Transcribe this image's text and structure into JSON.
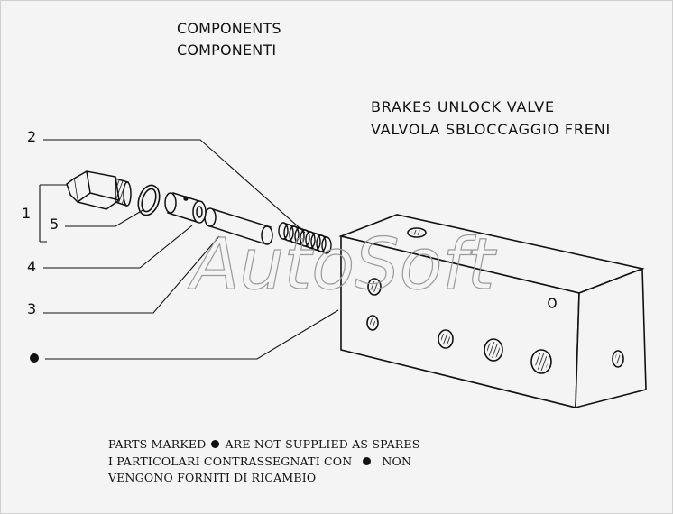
{
  "header": {
    "line1": "COMPONENTS",
    "line2": "COMPONENTI"
  },
  "assembly": {
    "title_en": "BRAKES UNLOCK VALVE",
    "title_it": "VALVOLA SBLOCCAGGIO FRENI"
  },
  "callouts": {
    "c2": "2",
    "c1": "1",
    "c5": "5",
    "c4": "4",
    "c3": "3"
  },
  "watermark": "AutoSoft",
  "note": {
    "l1a": "PARTS MARKED",
    "l1b": "ARE NOT SUPPLIED AS SPARES",
    "l2a": "I PARTICOLARI CONTRASSEGNATI CON",
    "l2b": "NON",
    "l3": "VENGONO FORNITI DI RICAMBIO"
  },
  "colors": {
    "ink": "#111111",
    "paper": "#f4f4f4",
    "watermark": "#9a9a9a"
  }
}
